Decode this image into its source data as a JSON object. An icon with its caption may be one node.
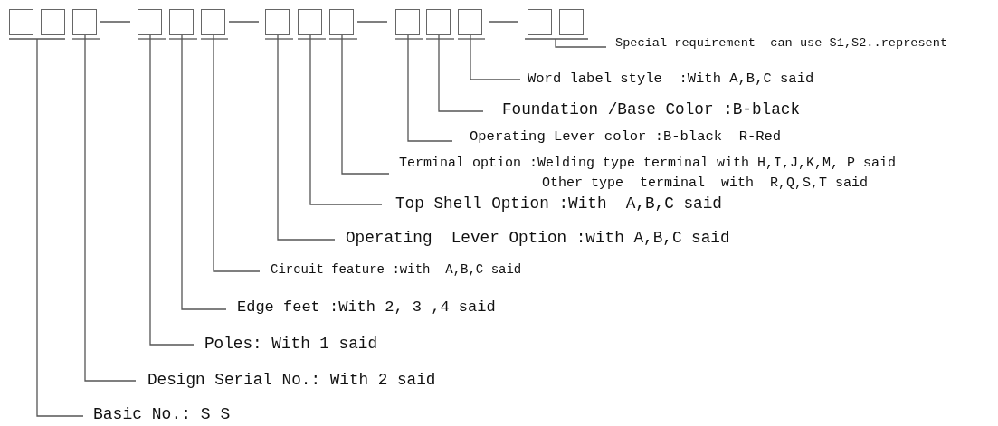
{
  "diagram": {
    "nodes": [
      {
        "text": [],
        "shape": "box"
      },
      {
        "text": [],
        "shape": "box"
      },
      {
        "text": [],
        "shape": "box"
      },
      {
        "text": [],
        "shape": "box"
      },
      {
        "text": [],
        "shape": "box"
      },
      {
        "text": [],
        "shape": "box"
      },
      {
        "text": [],
        "shape": "box"
      },
      {
        "text": [],
        "shape": "box"
      },
      {
        "text": [],
        "shape": "box"
      },
      {
        "text": [],
        "shape": "box"
      },
      {
        "text": [],
        "shape": "box"
      },
      {
        "text": [],
        "shape": "box"
      },
      {
        "text": [],
        "shape": "box"
      },
      {
        "text": [],
        "shape": "box"
      },
      {
        "text": [
          "Special requirement  can use S1,S2..represent"
        ]
      },
      {
        "text": [
          "Word label style  :With A,B,C said"
        ]
      },
      {
        "text": [
          "Foundation /Base Color :B-black"
        ]
      },
      {
        "text": [
          "Operating Lever color :B-black  R-Red"
        ]
      },
      {
        "text": [
          "Terminal option :Welding type terminal with H,I,J,K,M, P said",
          "Other type  terminal  with  R,Q,S,T said"
        ]
      },
      {
        "text": [
          "Top Shell Option :With  A,B,C said"
        ]
      },
      {
        "text": [
          "Operating  Lever Option :with A,B,C said"
        ]
      },
      {
        "text": [
          "Circuit feature :with  A,B,C said"
        ]
      },
      {
        "text": [
          "Edge feet :With 2, 3 ,4 said"
        ]
      },
      {
        "text": [
          "Poles: With 1 said"
        ]
      },
      {
        "text": [
          "Design Serial No.: With 2 said"
        ]
      },
      {
        "text": [
          "Basic No.: S S"
        ]
      }
    ],
    "edges": [
      {
        "from": 14,
        "to": 12,
        "arrow": "none"
      },
      {
        "from": 14,
        "to": 13,
        "arrow": "none"
      },
      {
        "from": 15,
        "to": 11,
        "arrow": "none"
      },
      {
        "from": 16,
        "to": 10,
        "arrow": "none"
      },
      {
        "from": 17,
        "to": 9,
        "arrow": "none"
      },
      {
        "from": 18,
        "to": 8,
        "arrow": "none"
      },
      {
        "from": 19,
        "to": 7,
        "arrow": "none"
      },
      {
        "from": 20,
        "to": 6,
        "arrow": "none"
      },
      {
        "from": 21,
        "to": 5,
        "arrow": "none"
      },
      {
        "from": 22,
        "to": 4,
        "arrow": "none"
      },
      {
        "from": 23,
        "to": 3,
        "arrow": "none"
      },
      {
        "from": 24,
        "to": 2,
        "arrow": "none"
      },
      {
        "from": 25,
        "to": 0,
        "arrow": "none"
      },
      {
        "from": 25,
        "to": 1,
        "arrow": "none"
      }
    ]
  }
}
